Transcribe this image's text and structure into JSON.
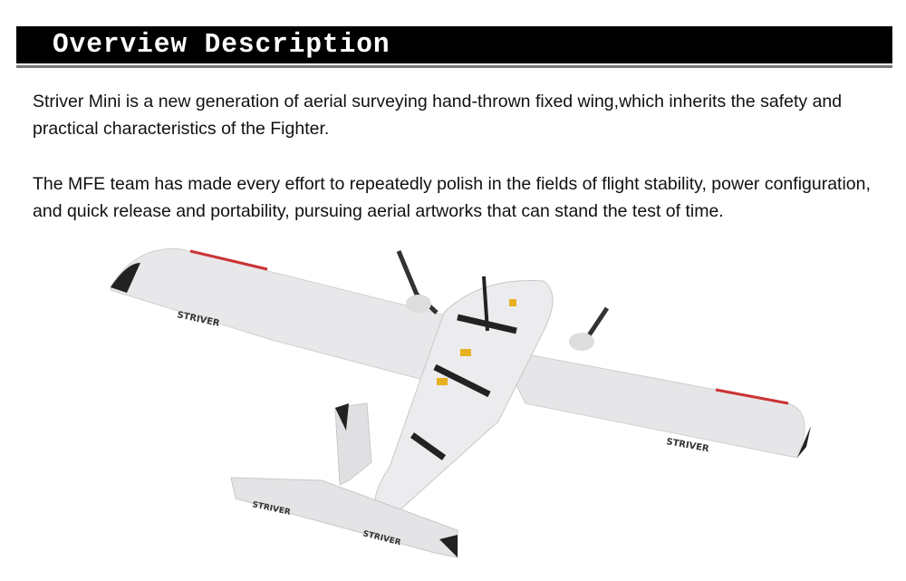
{
  "header": {
    "title": "Overview Description"
  },
  "paragraphs": [
    "Striver Mini is a new generation of aerial surveying hand-thrown fixed wing,which inherits the safety and practical characteristics of the Fighter.",
    "The MFE team has made every effort to repeatedly polish in the fields of flight stability, power configuration, and quick release and portability, pursuing aerial artworks that can stand the test of time."
  ],
  "image": {
    "logo_text": "STRIVER"
  }
}
